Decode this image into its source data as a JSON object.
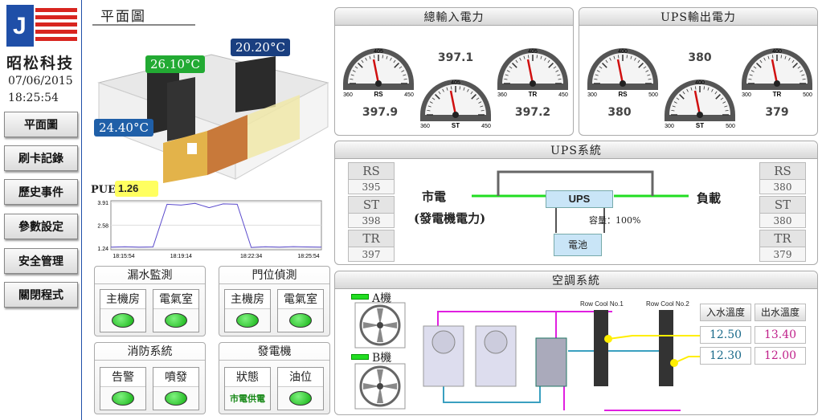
{
  "company": "昭松科技",
  "date": "07/06/2015",
  "time": "18:25:54",
  "nav": [
    "平面圖",
    "刷卡記錄",
    "歷史事件",
    "參數設定",
    "安全管理",
    "關閉程式"
  ],
  "floor_title": "平面圖",
  "temps": {
    "t1": "26.10°C",
    "t2": "20.20°C",
    "t3": "24.40°C"
  },
  "pue": {
    "label": "PUE",
    "value": "1.26"
  },
  "chart_data": {
    "type": "line",
    "x": [
      "18:15:54",
      "18:19:14",
      "18:22:34",
      "18:25:54"
    ],
    "yticks": [
      1.24,
      2.58,
      3.91
    ],
    "ylim": [
      1.24,
      3.91
    ],
    "series": [
      {
        "values": [
          1.3,
          1.32,
          1.3,
          1.31,
          3.8,
          3.75,
          3.85,
          3.6,
          3.82,
          3.8,
          1.28,
          1.32,
          1.3,
          1.33,
          1.31,
          1.3
        ]
      }
    ]
  },
  "leak": {
    "title": "漏水監測",
    "a": "主機房",
    "b": "電氣室"
  },
  "door": {
    "title": "門位偵測",
    "a": "主機房",
    "b": "電氣室"
  },
  "fire": {
    "title": "消防系統",
    "a": "告警",
    "b": "噴發"
  },
  "gen": {
    "title": "發電機",
    "a": "狀態",
    "b": "油位",
    "status": "市電供電"
  },
  "input_power": {
    "title": "總輸入電力",
    "total": "397.1",
    "rs": {
      "label": "RS",
      "max": "405",
      "min": "360",
      "hi": "450",
      "val": "397.9"
    },
    "st": {
      "label": "ST",
      "max": "405",
      "min": "360",
      "hi": "450",
      "val": "397.9"
    },
    "tr": {
      "label": "TR",
      "max": "405",
      "min": "360",
      "hi": "450",
      "val": "397.2"
    }
  },
  "ups_out": {
    "title": "UPS輸出電力",
    "total": "380",
    "rs": {
      "label": "RS",
      "max": "400",
      "min": "300",
      "hi": "500",
      "val": "380"
    },
    "st": {
      "label": "ST",
      "max": "400",
      "min": "300",
      "hi": "500"
    },
    "tr": {
      "label": "TR",
      "max": "400",
      "min": "300",
      "hi": "500",
      "val": "379"
    }
  },
  "ups_sys": {
    "title": "UPS系統",
    "in": [
      {
        "k": "RS",
        "v": "395"
      },
      {
        "k": "ST",
        "v": "398"
      },
      {
        "k": "TR",
        "v": "397"
      }
    ],
    "out": [
      {
        "k": "RS",
        "v": "380"
      },
      {
        "k": "ST",
        "v": "380"
      },
      {
        "k": "TR",
        "v": "379"
      }
    ],
    "grid": "市電",
    "gen": "(發電機電力)",
    "ups": "UPS",
    "load": "負載",
    "cap": "容量：100%",
    "battery": "電池"
  },
  "ac": {
    "title": "空調系統",
    "a": "A機",
    "b": "B機",
    "rc1": "Row Cool No.1",
    "rc2": "Row Cool No.2",
    "in_head": "入水溫度",
    "out_head": "出水溫度",
    "in1": "12.50",
    "out1": "13.40",
    "in2": "12.30",
    "out2": "12.00"
  },
  "colors": {
    "green": "#22aa33",
    "blue": "#1f5fa8",
    "magenta": "#e020e0",
    "cyan": "#3aa0c0"
  }
}
